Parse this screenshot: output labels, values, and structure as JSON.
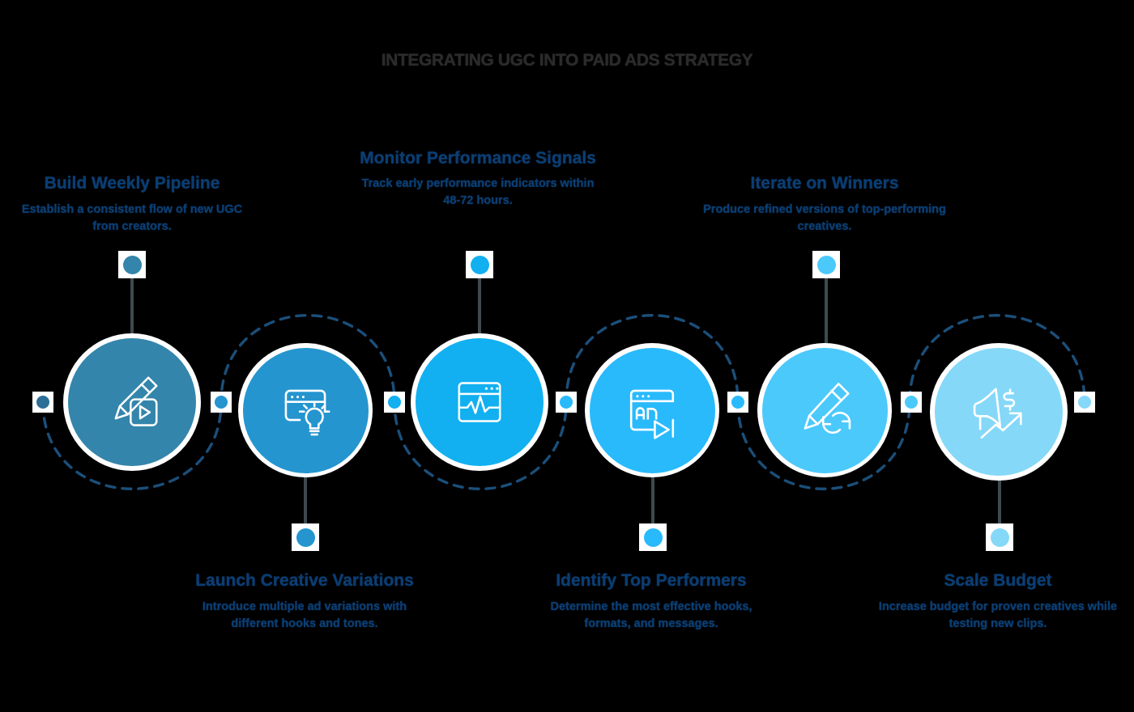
{
  "page": {
    "background": "#000000",
    "title": "INTEGRATING UGC INTO PAID ADS STRATEGY",
    "title_color": "#2b2b2b",
    "text_color": "#0b3d73"
  },
  "palette": {
    "step1": "#3485ab",
    "step2": "#2495cf",
    "step3": "#12b0f0",
    "step4": "#29bafc",
    "step5": "#4cc9fb",
    "step6": "#85d8f8",
    "stem": "#3e4a4f",
    "dash": "#1b4f7a",
    "icon_stroke": "#ffffff",
    "ring": "#ffffff"
  },
  "steps": [
    {
      "index": 1,
      "title": "Build Weekly Pipeline",
      "description": "Establish a consistent flow of new UGC from creators.",
      "icon": "pencil-video-icon",
      "color": "#3485ab",
      "label_position": "above"
    },
    {
      "index": 2,
      "title": "Launch Creative Variations",
      "description": "Introduce multiple ad variations with different hooks and tones.",
      "icon": "browser-lightbulb-icon",
      "color": "#2495cf",
      "label_position": "below"
    },
    {
      "index": 3,
      "title": "Monitor Performance Signals",
      "description": "Track early performance indicators within 48-72 hours.",
      "icon": "browser-analytics-icon",
      "color": "#12b0f0",
      "label_position": "above"
    },
    {
      "index": 4,
      "title": "Identify Top Performers",
      "description": "Determine the most effective hooks, formats, and messages.",
      "icon": "browser-ad-play-icon",
      "color": "#29bafc",
      "label_position": "below"
    },
    {
      "index": 5,
      "title": "Iterate on Winners",
      "description": "Produce refined versions of top-performing creatives.",
      "icon": "pencil-refresh-icon",
      "color": "#4cc9fb",
      "label_position": "above"
    },
    {
      "index": 6,
      "title": "Scale Budget",
      "description": "Increase budget for proven creatives while testing new clips.",
      "icon": "megaphone-growth-icon",
      "color": "#85d8f8",
      "label_position": "below"
    }
  ]
}
